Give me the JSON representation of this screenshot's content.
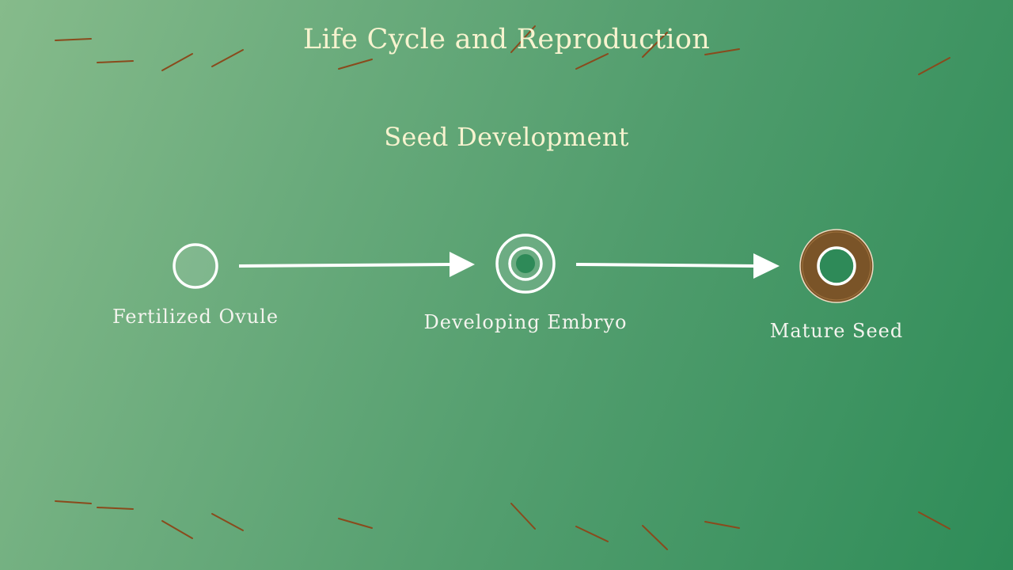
{
  "title": "Life Cycle and Reproduction",
  "subtitle": "Seed Development",
  "stages": [
    {
      "label": "Fertilized Ovule",
      "icon": "ovule-circle-icon"
    },
    {
      "label": "Developing Embryo",
      "icon": "embryo-ring-icon"
    },
    {
      "label": "Mature Seed",
      "icon": "mature-seed-icon"
    }
  ],
  "colors": {
    "title_text": "#f7f3cf",
    "label_text": "#f4f4ee",
    "stroke": "#ffffff",
    "seed_coat": "#7a5428",
    "embryo": "#2e8a58",
    "grass": "#8a4a1c"
  }
}
